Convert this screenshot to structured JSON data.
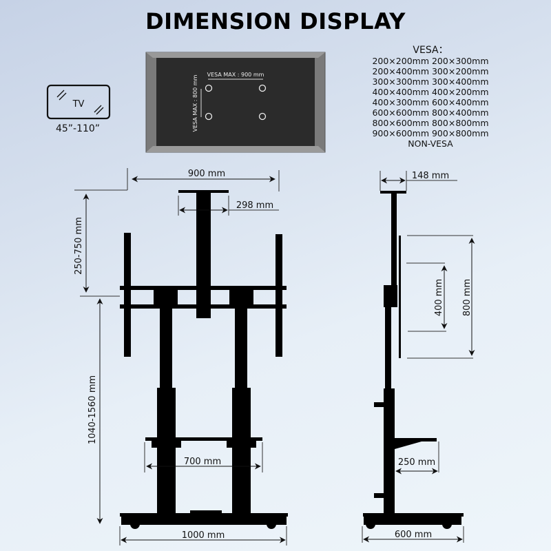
{
  "title": "DIMENSION DISPLAY",
  "tv_icon": {
    "label": "TV",
    "size_range": "45”-110”"
  },
  "mount_plate": {
    "vesa_max_width": "VESA MAX : 900 mm",
    "vesa_max_height": "VESA MAX : 800 mm"
  },
  "vesa": {
    "heading": "VESA：",
    "rows": [
      [
        "200×200mm",
        "200×300mm"
      ],
      [
        "200×400mm",
        "300×200mm"
      ],
      [
        "300×300mm",
        "300×400mm"
      ],
      [
        "400×400mm",
        "400×200mm"
      ],
      [
        "400×300mm",
        "600×400mm"
      ],
      [
        "600×600mm",
        "800×400mm"
      ],
      [
        "800×600mm",
        "800×800mm"
      ],
      [
        "900×600mm",
        "900×800mm"
      ]
    ],
    "footer": "NON-VESA"
  },
  "front_view": {
    "width_top": "900 mm",
    "camera_shelf": "298 mm",
    "mount_adjust": "250-750 mm",
    "height_range": "1040-1560 mm",
    "shelf_width": "700 mm",
    "base_width": "1000 mm"
  },
  "side_view": {
    "camera_shelf_depth": "148 mm",
    "bracket_outer": "800 mm",
    "bracket_inner": "400 mm",
    "shelf_depth": "250 mm",
    "base_depth": "600 mm"
  },
  "colors": {
    "ink": "#000000",
    "frame_gray": "#7a7a7a",
    "screen": "#2b2b2b"
  }
}
